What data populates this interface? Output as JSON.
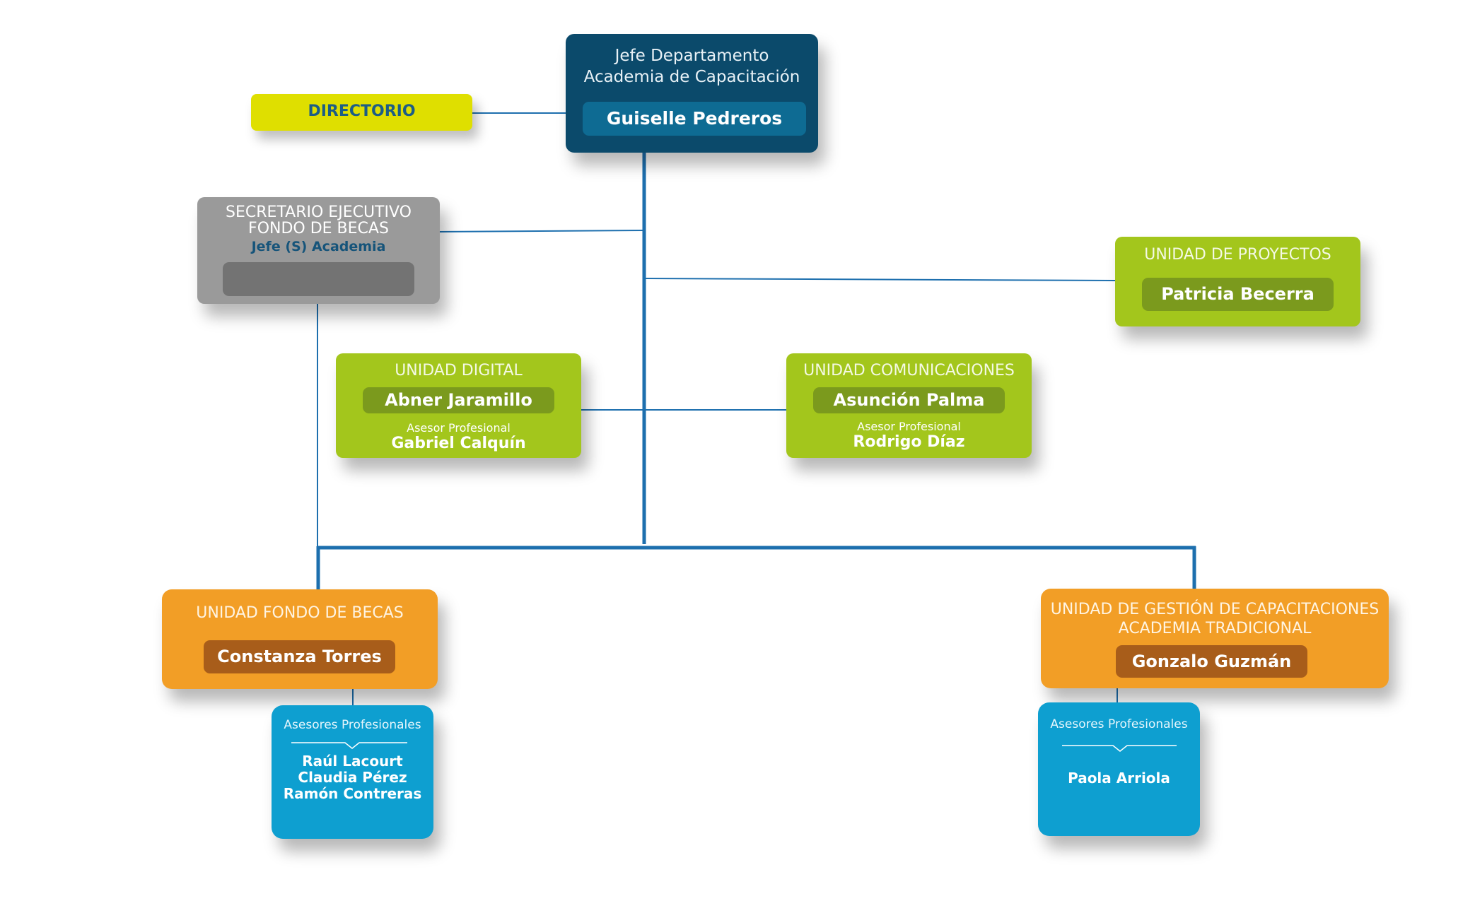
{
  "colors": {
    "connector": "#1d6fae",
    "jefe": "#0b4a6b",
    "directorio": "#dfdf00",
    "secretario": "#9a9a9a",
    "unidad_green": "#a3c61c",
    "unidad_orange": "#f29e26",
    "asesores_blue": "#0e9fd0"
  },
  "jefe": {
    "title_line1": "Jefe Departamento",
    "title_line2": "Academia de Capacitación",
    "name": "Guiselle Pedreros"
  },
  "directorio": {
    "label": "DIRECTORIO"
  },
  "secretario": {
    "title_line1": "SECRETARIO EJECUTIVO",
    "title_line2": "FONDO DE BECAS",
    "subtitle": "Jefe (S) Academia",
    "name": ""
  },
  "unidad_proyectos": {
    "title": "UNIDAD DE PROYECTOS",
    "name": "Patricia Becerra"
  },
  "unidad_digital": {
    "title": "UNIDAD DIGITAL",
    "name": "Abner Jaramillo",
    "advisor_label": "Asesor Profesional",
    "advisor_name": "Gabriel Calquín"
  },
  "unidad_comunicaciones": {
    "title": "UNIDAD COMUNICACIONES",
    "name": "Asunción Palma",
    "advisor_label": "Asesor Profesional",
    "advisor_name": "Rodrigo Díaz"
  },
  "unidad_fondo_becas": {
    "title": "UNIDAD FONDO DE BECAS",
    "name": "Constanza Torres",
    "asesores": {
      "header": "Asesores Profesionales",
      "names": [
        "Raúl Lacourt",
        "Claudia Pérez",
        "Ramón Contreras"
      ]
    }
  },
  "unidad_gestion": {
    "title_line1": "UNIDAD DE GESTIÓN DE CAPACITACIONES",
    "title_line2": "ACADEMIA TRADICIONAL",
    "name": "Gonzalo Guzmán",
    "asesores": {
      "header": "Asesores Profesionales",
      "names": [
        "Paola Arriola"
      ]
    }
  }
}
